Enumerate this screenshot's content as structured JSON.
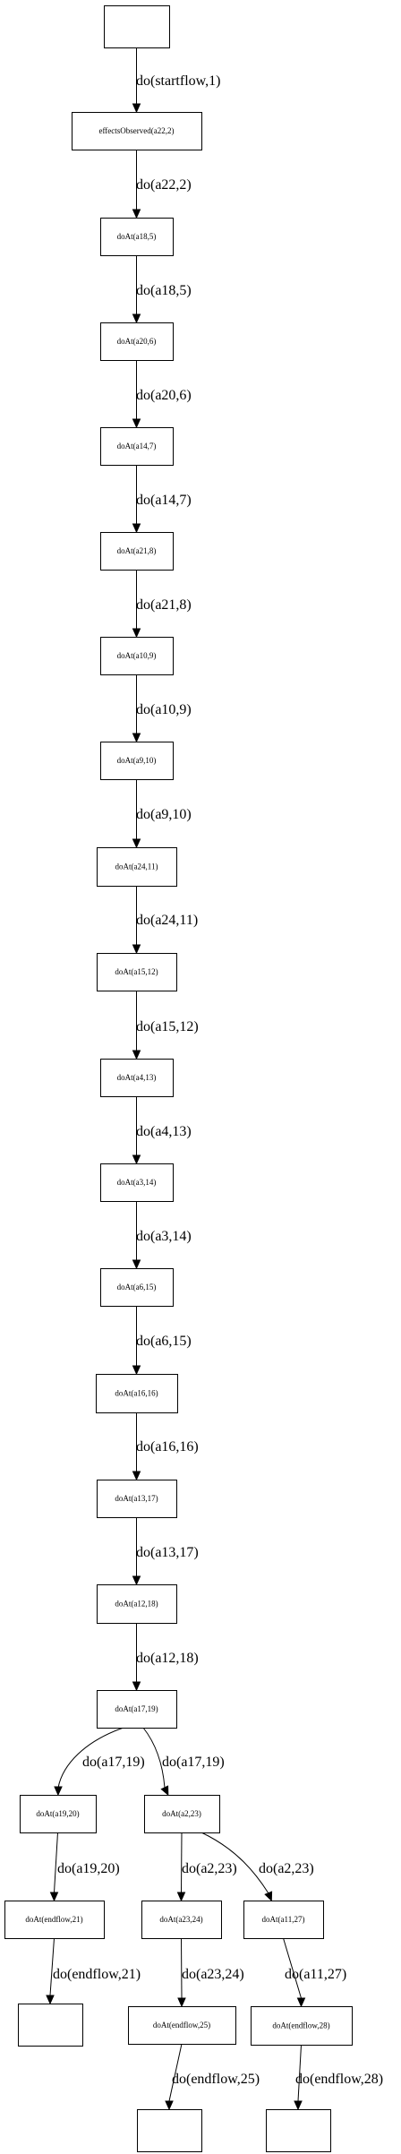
{
  "nodes": [
    {
      "id": "n0",
      "label": ""
    },
    {
      "id": "n1",
      "label": "effectsObserved(a22,2)"
    },
    {
      "id": "n2",
      "label": "doAt(a18,5)"
    },
    {
      "id": "n3",
      "label": "doAt(a20,6)"
    },
    {
      "id": "n4",
      "label": "doAt(a14,7)"
    },
    {
      "id": "n5",
      "label": "doAt(a21,8)"
    },
    {
      "id": "n6",
      "label": "doAt(a10,9)"
    },
    {
      "id": "n7",
      "label": "doAt(a9,10)"
    },
    {
      "id": "n8",
      "label": "doAt(a24,11)"
    },
    {
      "id": "n9",
      "label": "doAt(a15,12)"
    },
    {
      "id": "n10",
      "label": "doAt(a4,13)"
    },
    {
      "id": "n11",
      "label": "doAt(a3,14)"
    },
    {
      "id": "n12",
      "label": "doAt(a6,15)"
    },
    {
      "id": "n13",
      "label": "doAt(a16,16)"
    },
    {
      "id": "n14",
      "label": "doAt(a13,17)"
    },
    {
      "id": "n15",
      "label": "doAt(a12,18)"
    },
    {
      "id": "n16",
      "label": "doAt(a17,19)"
    },
    {
      "id": "n17",
      "label": "doAt(a19,20)"
    },
    {
      "id": "n18",
      "label": "doAt(a2,23)"
    },
    {
      "id": "n19",
      "label": "doAt(endflow,21)"
    },
    {
      "id": "n20",
      "label": "doAt(a23,24)"
    },
    {
      "id": "n21",
      "label": "doAt(a11,27)"
    },
    {
      "id": "n22",
      "label": ""
    },
    {
      "id": "n23",
      "label": "doAt(endflow,25)"
    },
    {
      "id": "n24",
      "label": "doAt(endflow,28)"
    },
    {
      "id": "n25",
      "label": ""
    },
    {
      "id": "n26",
      "label": ""
    }
  ],
  "edges": [
    {
      "from": "n0",
      "to": "n1",
      "label": "do(startflow,1)"
    },
    {
      "from": "n1",
      "to": "n2",
      "label": "do(a22,2)"
    },
    {
      "from": "n2",
      "to": "n3",
      "label": "do(a18,5)"
    },
    {
      "from": "n3",
      "to": "n4",
      "label": "do(a20,6)"
    },
    {
      "from": "n4",
      "to": "n5",
      "label": "do(a14,7)"
    },
    {
      "from": "n5",
      "to": "n6",
      "label": "do(a21,8)"
    },
    {
      "from": "n6",
      "to": "n7",
      "label": "do(a10,9)"
    },
    {
      "from": "n7",
      "to": "n8",
      "label": "do(a9,10)"
    },
    {
      "from": "n8",
      "to": "n9",
      "label": "do(a24,11)"
    },
    {
      "from": "n9",
      "to": "n10",
      "label": "do(a15,12)"
    },
    {
      "from": "n10",
      "to": "n11",
      "label": "do(a4,13)"
    },
    {
      "from": "n11",
      "to": "n12",
      "label": "do(a3,14)"
    },
    {
      "from": "n12",
      "to": "n13",
      "label": "do(a6,15)"
    },
    {
      "from": "n13",
      "to": "n14",
      "label": "do(a16,16)"
    },
    {
      "from": "n14",
      "to": "n15",
      "label": "do(a13,17)"
    },
    {
      "from": "n15",
      "to": "n16",
      "label": "do(a12,18)"
    },
    {
      "from": "n16",
      "to": "n17",
      "label": "do(a17,19)"
    },
    {
      "from": "n16",
      "to": "n18",
      "label": "do(a17,19)"
    },
    {
      "from": "n17",
      "to": "n19",
      "label": "do(a19,20)"
    },
    {
      "from": "n18",
      "to": "n20",
      "label": "do(a2,23)"
    },
    {
      "from": "n18",
      "to": "n21",
      "label": "do(a2,23)"
    },
    {
      "from": "n19",
      "to": "n22",
      "label": "do(endflow,21)"
    },
    {
      "from": "n20",
      "to": "n23",
      "label": "do(a23,24)"
    },
    {
      "from": "n21",
      "to": "n24",
      "label": "do(a11,27)"
    },
    {
      "from": "n23",
      "to": "n25",
      "label": "do(endflow,25)"
    },
    {
      "from": "n24",
      "to": "n26",
      "label": "do(endflow,28)"
    }
  ]
}
